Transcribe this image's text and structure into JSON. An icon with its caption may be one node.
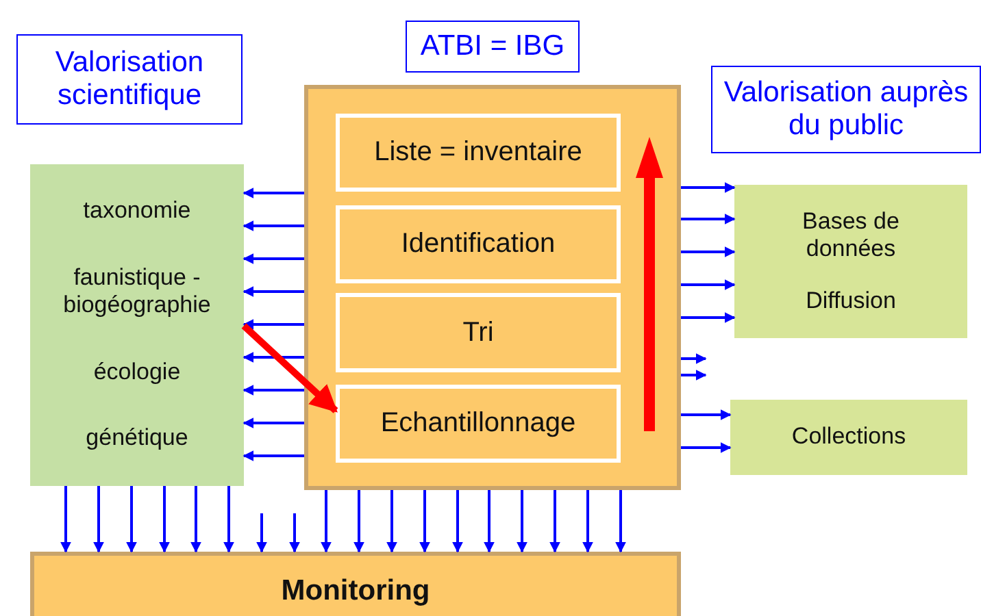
{
  "diagram": {
    "nodes": [
      {
        "text": [
          "Valorisation scientifique"
        ]
      },
      {
        "text": [
          "taxonomie",
          "faunistique - biogéographie",
          "écologie",
          "génétique"
        ]
      },
      {
        "text": [
          "ATBI = IBG"
        ]
      },
      {
        "text": [
          "Liste = inventaire"
        ],
        "in": 2
      },
      {
        "text": [
          "Identification"
        ],
        "in": 2
      },
      {
        "text": [
          "Tri"
        ],
        "in": 2
      },
      {
        "text": [
          "Echantillonnage"
        ],
        "in": 2
      },
      {
        "text": [
          "Valorisation auprès du public"
        ]
      },
      {
        "text": [
          "Bases de données",
          "Diffusion"
        ]
      },
      {
        "text": [
          "Collections"
        ]
      },
      {
        "text": [
          "Monitoring"
        ]
      }
    ],
    "edges": [
      {
        "from": 2,
        "to": 1,
        "arrow": "to"
      },
      {
        "from": 2,
        "to": 1,
        "arrow": "to"
      },
      {
        "from": 2,
        "to": 1,
        "arrow": "to"
      },
      {
        "from": 2,
        "to": 1,
        "arrow": "to"
      },
      {
        "from": 2,
        "to": 1,
        "arrow": "to"
      },
      {
        "from": 2,
        "to": 1,
        "arrow": "to"
      },
      {
        "from": 2,
        "to": 1,
        "arrow": "to"
      },
      {
        "from": 2,
        "to": 1,
        "arrow": "to"
      },
      {
        "from": 2,
        "to": 1,
        "arrow": "to"
      },
      {
        "from": 1,
        "to": 6,
        "arrow": "to",
        "style": "thick",
        "color": "#ff0000"
      },
      {
        "from": 2,
        "to": 8,
        "arrow": "to"
      },
      {
        "from": 2,
        "to": 8,
        "arrow": "to"
      },
      {
        "from": 2,
        "to": 8,
        "arrow": "to"
      },
      {
        "from": 2,
        "to": 8,
        "arrow": "to"
      },
      {
        "from": 2,
        "to": 8,
        "arrow": "to"
      },
      {
        "from": 2,
        "to": null,
        "arrow": "to"
      },
      {
        "from": 2,
        "to": null,
        "arrow": "to"
      },
      {
        "from": 2,
        "to": 9,
        "arrow": "to"
      },
      {
        "from": 2,
        "to": 9,
        "arrow": "to"
      },
      {
        "from": 1,
        "to": 10,
        "arrow": "to"
      },
      {
        "from": 1,
        "to": 10,
        "arrow": "to"
      },
      {
        "from": 1,
        "to": 10,
        "arrow": "to"
      },
      {
        "from": 1,
        "to": 10,
        "arrow": "to"
      },
      {
        "from": 1,
        "to": 10,
        "arrow": "to"
      },
      {
        "from": 1,
        "to": 10,
        "arrow": "to"
      },
      {
        "from": null,
        "to": 10,
        "arrow": "to"
      },
      {
        "from": null,
        "to": 10,
        "arrow": "to"
      },
      {
        "from": 2,
        "to": 10,
        "arrow": "to"
      },
      {
        "from": 2,
        "to": 10,
        "arrow": "to"
      },
      {
        "from": 2,
        "to": 10,
        "arrow": "to"
      },
      {
        "from": 2,
        "to": 10,
        "arrow": "to"
      },
      {
        "from": 2,
        "to": 10,
        "arrow": "to"
      },
      {
        "from": 2,
        "to": 10,
        "arrow": "to"
      },
      {
        "from": 2,
        "to": 10,
        "arrow": "to"
      },
      {
        "from": 2,
        "to": 10,
        "arrow": "to"
      },
      {
        "from": 2,
        "to": 10,
        "arrow": "to"
      },
      {
        "from": 2,
        "to": 10,
        "arrow": "to"
      }
    ]
  }
}
